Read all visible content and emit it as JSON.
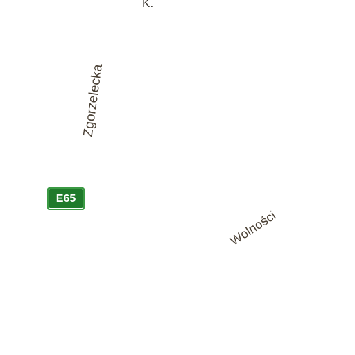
{
  "map": {
    "background_color": "#ffffff",
    "labels": {
      "partial_top": "K.",
      "street_zgorzelecka": "Zgorzelecka",
      "street_wolnosci": "Wolności"
    },
    "route_shield": {
      "text": "E65",
      "color": "#1f7a2b",
      "text_color": "#ffffff"
    }
  }
}
